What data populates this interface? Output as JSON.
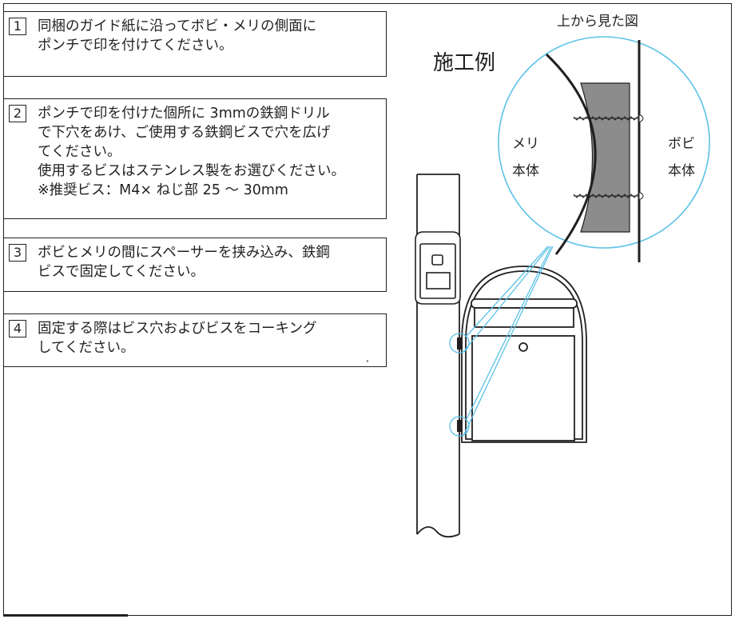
{
  "title": "施工例",
  "top_view_label": "上から見た図",
  "parts": {
    "left_line1": "メリ",
    "left_line2": "本体",
    "right_line1": "ボビ",
    "right_line2": "本体"
  },
  "steps": [
    {
      "number": "1",
      "lines": [
        "同梱のガイド紙に沿ってボビ・メリの側面に",
        "ポンチで印を付けてください。"
      ]
    },
    {
      "number": "2",
      "lines": [
        "ポンチで印を付けた個所に 3mmの鉄鋼ドリル",
        "で下穴をあけ、ご使用する鉄鋼ビスで穴を広げ",
        "てください。",
        "使用するビスはステンレス製をお選びください。",
        "※推奨ビス：M4× ねじ部 25 ～ 30mm"
      ]
    },
    {
      "number": "3",
      "lines": [
        "ボビとメリの間にスペーサーを挟み込み、鉄鋼",
        "ビスで固定してください。"
      ]
    },
    {
      "number": "4",
      "lines": [
        "固定する際はビス穴およびビスをコーキング",
        "してください。"
      ]
    }
  ],
  "colors": {
    "line": "#231f20",
    "accent": "#5bc2e7",
    "spacer": "#8c8c8c"
  }
}
